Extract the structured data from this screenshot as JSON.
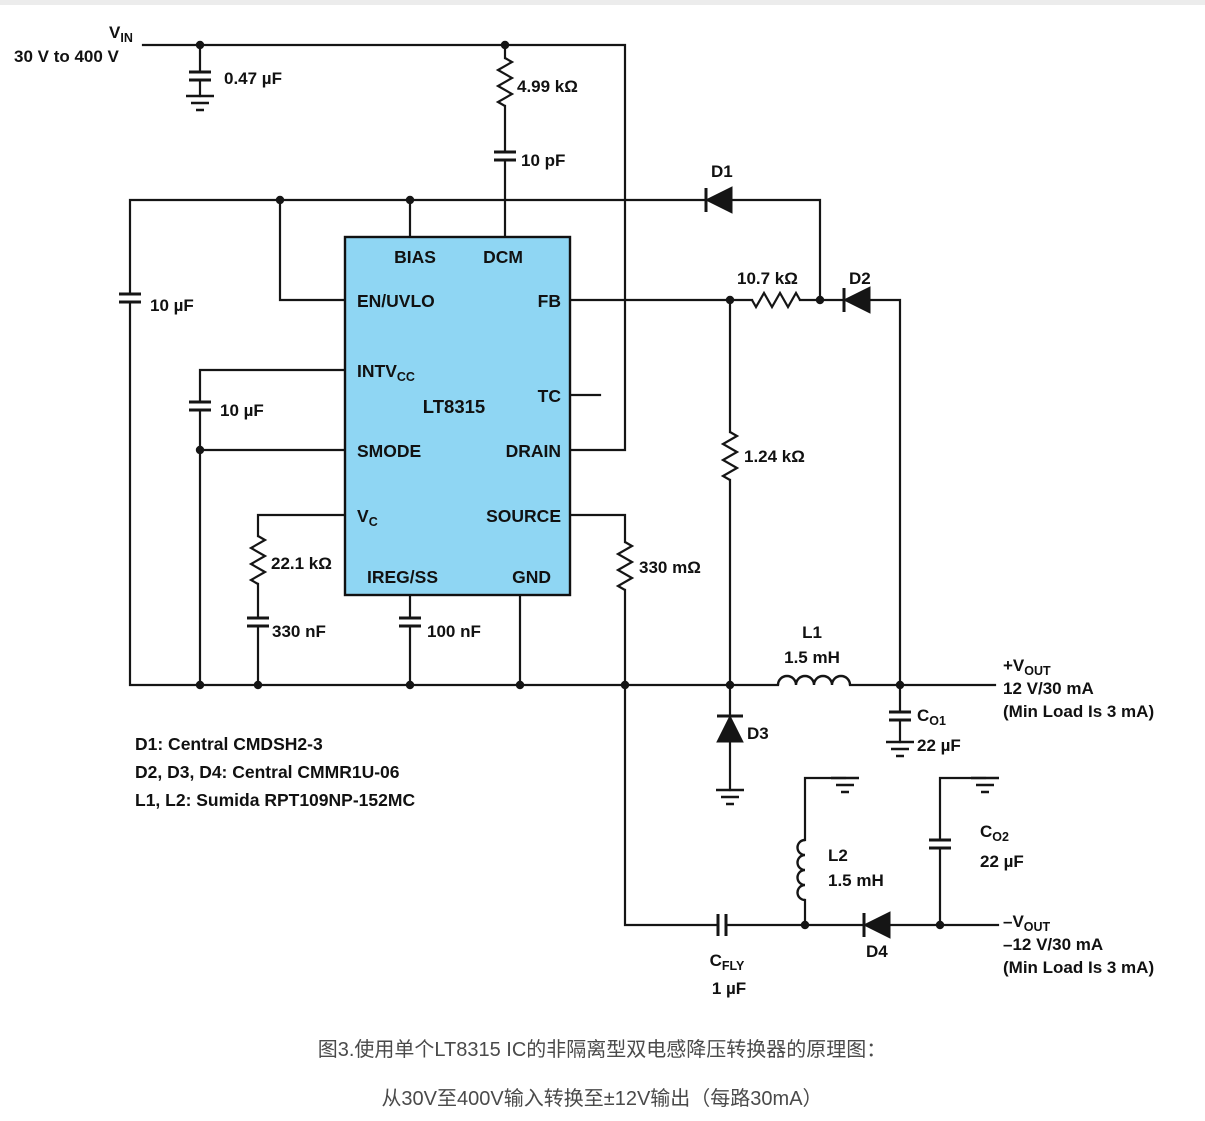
{
  "figure": {
    "caption_line1": "图3.使用单个LT8315 IC的非隔离型双电感降压转换器的原理图：",
    "caption_line2": "从30V至400V输入转换至±12V输出（每路30mA）"
  },
  "ic": {
    "part_number": "LT8315",
    "pins": {
      "bias": "BIAS",
      "dcm": "DCM",
      "en_uvlo": "EN/UVLO",
      "intvcc_main": "INTV",
      "intvcc_sub": "CC",
      "smode": "SMODE",
      "vc_main": "V",
      "vc_sub": "C",
      "ireg_ss": "IREG/SS",
      "fb": "FB",
      "tc": "TC",
      "drain": "DRAIN",
      "source": "SOURCE",
      "gnd": "GND"
    }
  },
  "input": {
    "vin_main": "V",
    "vin_sub": "IN",
    "vin_range": "30 V to 400 V"
  },
  "components": {
    "cin": "0.47 µF",
    "rdcm": "4.99 kΩ",
    "cdcm": "10 pF",
    "cbias": "10 µF",
    "cintvcc": "10 µF",
    "rfb_top": "10.7 kΩ",
    "rfb_bot": "1.24 kΩ",
    "rvc": "22.1 kΩ",
    "cvc": "330 nF",
    "css": "100 nF",
    "rsense": "330 mΩ",
    "d1": "D1",
    "d2": "D2",
    "d3": "D3",
    "d4": "D4",
    "l1": "L1",
    "l1_value": "1.5 mH",
    "l2": "L2",
    "l2_value": "1.5 mH",
    "co1_main": "C",
    "co1_sub": "O1",
    "co1_value": "22 µF",
    "co2_main": "C",
    "co2_sub": "O2",
    "co2_value": "22 µF",
    "cfly_main": "C",
    "cfly_sub": "FLY",
    "cfly_value": "1 µF"
  },
  "outputs": {
    "pos_main": "+V",
    "pos_sub": "OUT",
    "pos_spec": "12 V/30 mA",
    "pos_min_load": "(Min Load Is 3 mA)",
    "neg_main": "–V",
    "neg_sub": "OUT",
    "neg_spec": "–12 V/30 mA",
    "neg_min_load": "(Min Load Is 3 mA)"
  },
  "notes": [
    "D1: Central CMDSH2-3",
    "D2, D3, D4: Central CMMR1U-06",
    "L1, L2: Sumida RPT109NP-152MC"
  ],
  "colors": {
    "ic_fill": "#8fd6f3",
    "wire": "#151515",
    "caption": "#4a4a4a"
  }
}
